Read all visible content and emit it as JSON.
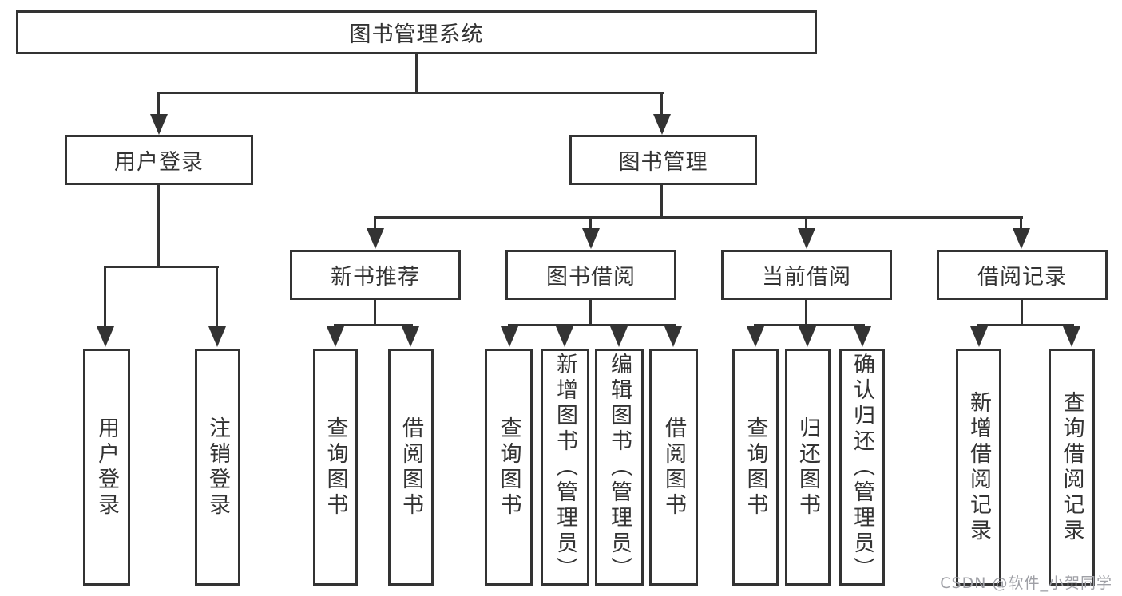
{
  "diagram": {
    "root": {
      "label": "图书管理系统"
    },
    "branches": [
      {
        "label": "用户登录",
        "children": [
          {
            "label": "用户登录"
          },
          {
            "label": "注销登录"
          }
        ]
      },
      {
        "label": "图书管理",
        "children": [
          {
            "label": "新书推荐",
            "children": [
              {
                "label": "查询图书"
              },
              {
                "label": "借阅图书"
              }
            ]
          },
          {
            "label": "图书借阅",
            "children": [
              {
                "label": "查询图书"
              },
              {
                "label": "新增图书（管理员）"
              },
              {
                "label": "编辑图书（管理员）"
              },
              {
                "label": "借阅图书"
              }
            ]
          },
          {
            "label": "当前借阅",
            "children": [
              {
                "label": "查询图书"
              },
              {
                "label": "归还图书"
              },
              {
                "label": "确认归还（管理员）"
              }
            ]
          },
          {
            "label": "借阅记录",
            "children": [
              {
                "label": "新增借阅记录"
              },
              {
                "label": "查询借阅记录"
              }
            ]
          }
        ]
      }
    ]
  },
  "watermark": {
    "text": "CSDN @软件_小贺同学"
  },
  "colors": {
    "line": "#333333",
    "text": "#333333",
    "background": "#ffffff",
    "watermark": "#9fa0a6"
  }
}
